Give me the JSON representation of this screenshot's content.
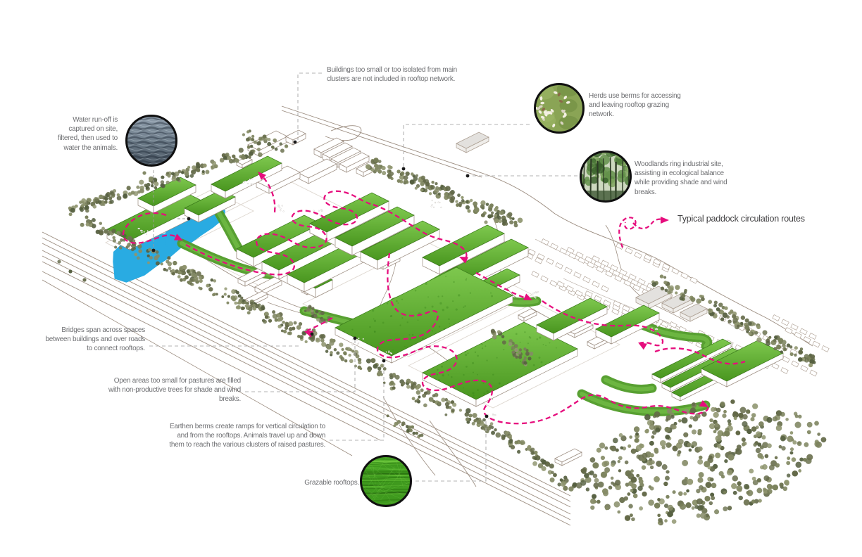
{
  "legend": {
    "label": "Typical paddock circulation routes"
  },
  "annotations": {
    "buildings": {
      "lines": [
        "Buildings too small or too isolated from main",
        "clusters are not included in rooftop network."
      ]
    },
    "herds": {
      "lines": [
        "Herds use berms for accessing",
        "and leaving rooftop grazing",
        "network."
      ]
    },
    "woodlands": {
      "lines": [
        "Woodlands ring industrial site,",
        "assisting in ecological balance",
        "while providing shade and wind",
        "breaks."
      ]
    },
    "water": {
      "lines": [
        "Water run-off is",
        "captured on site,",
        "filtered, then used to",
        "water the animals."
      ]
    },
    "bridges": {
      "lines": [
        "Bridges span across spaces",
        "between buildings and over roads",
        "to connect rooftops."
      ]
    },
    "open_areas": {
      "lines": [
        "Open areas too small for pastures are filled",
        "with non-productive trees for shade and wind",
        "breaks."
      ]
    },
    "earthen": {
      "lines": [
        "Earthen berms create ramps for vertical circulation to",
        "and from the rooftops. Animals travel up and down",
        "them to reach the various clusters of raised pastures."
      ]
    },
    "grazable": {
      "lines": [
        "Grazable rooftops."
      ]
    }
  },
  "photos": {
    "water": "water-surface-photo",
    "sheep": "sheep-herd-photo",
    "forest": "woodland-photo",
    "grass": "grass-photo"
  },
  "palette": {
    "route_pink": "#e60d7d",
    "pond_blue": "#29abe2",
    "roof_gradient_light": "#7ec84e",
    "roof_gradient_dark": "#49961f",
    "roof_stroke": "#3a7a1b",
    "roof_speckle": "#2e7a14",
    "berm_green": "#4f9b27",
    "line_brown": "#9a8b7e",
    "plot_line": "#dcd5cd",
    "leader_gray": "#b3b3b3",
    "dot_black": "#1a1a1a",
    "text_gray": "#6d6e71",
    "tree_greens": [
      "#6e7452",
      "#79805a",
      "#636948",
      "#858b66",
      "#566041",
      "#8f956f"
    ]
  }
}
